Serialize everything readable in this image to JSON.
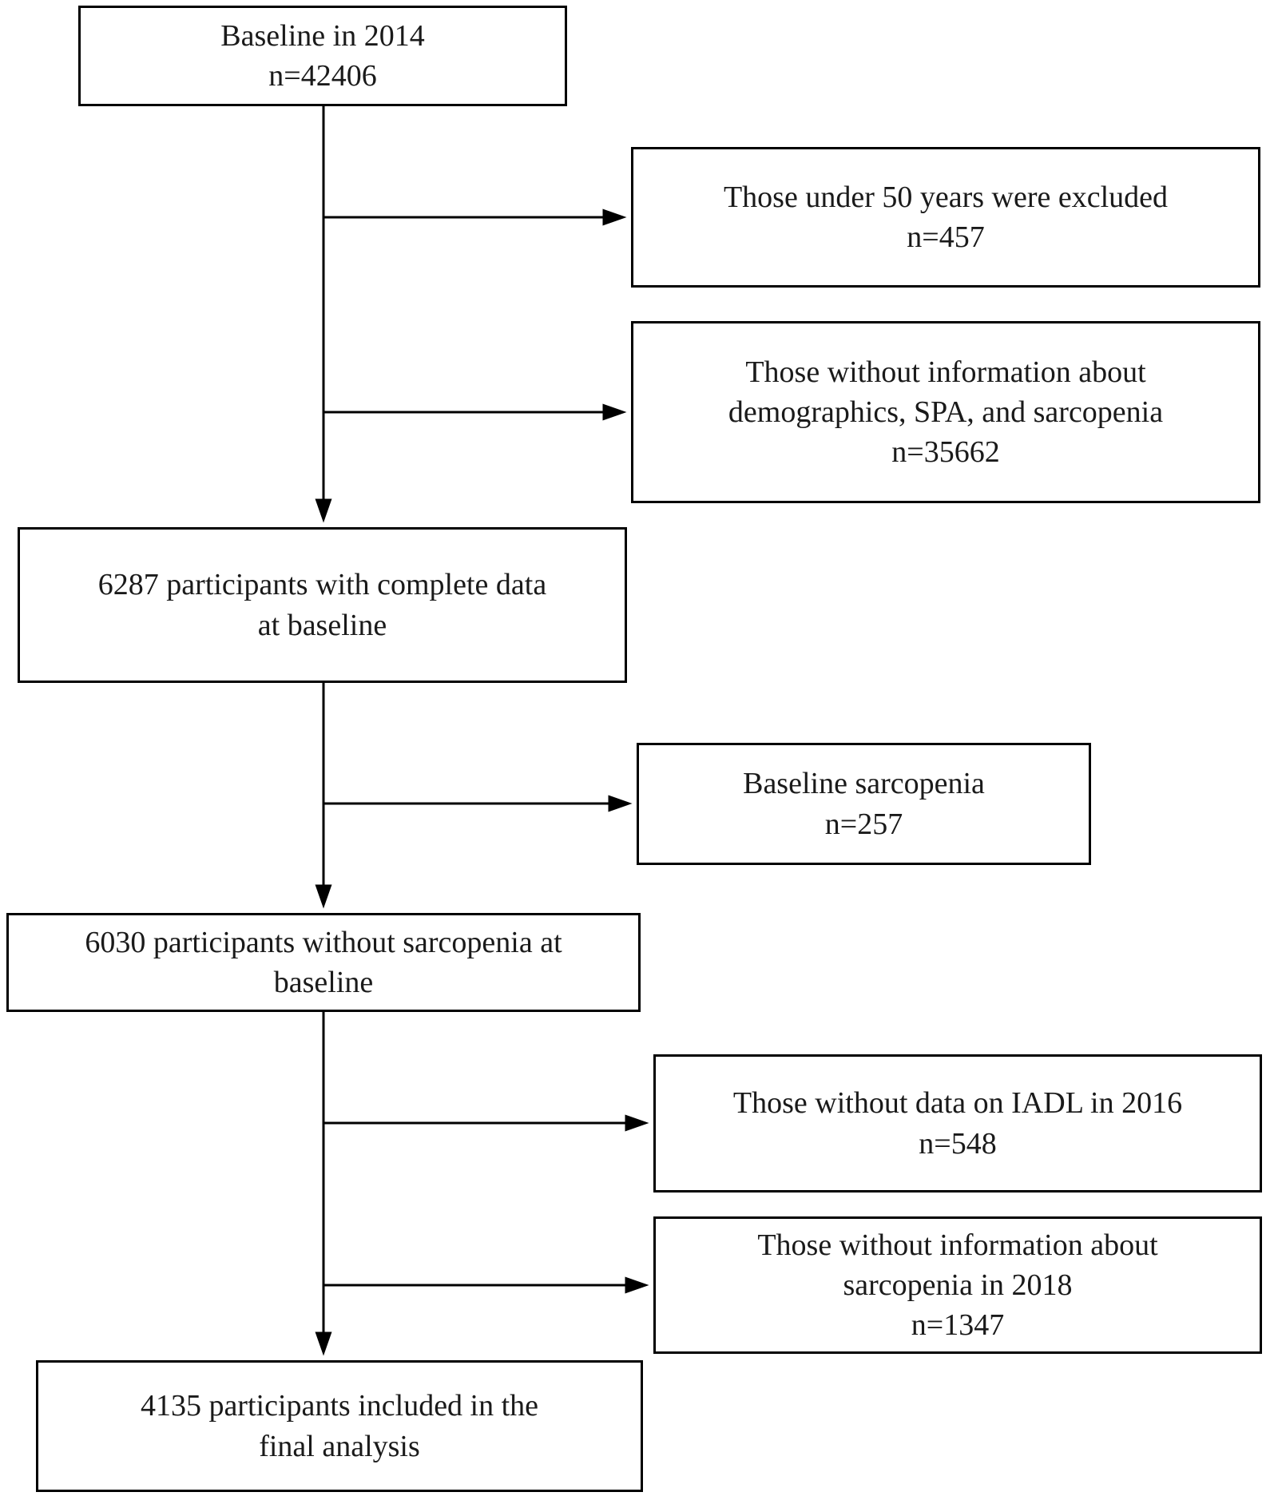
{
  "diagram": {
    "type": "flowchart",
    "background_color": "#ffffff",
    "line_color": "#000000",
    "nodes": {
      "baseline": {
        "text": "Baseline in 2014\nn=42406"
      },
      "excluded_under_50": {
        "text": "Those under 50 years were excluded\nn=457"
      },
      "excluded_missing_info": {
        "text": "Those without information about\ndemographics, SPA, and sarcopenia\nn=35662"
      },
      "complete_data": {
        "text": "6287 participants with complete data\nat baseline"
      },
      "baseline_sarcopenia": {
        "text": "Baseline sarcopenia\nn=257"
      },
      "without_sarcopenia": {
        "text": "6030 participants without sarcopenia at\nbaseline"
      },
      "excluded_no_iadl_2016": {
        "text": "Those without data on IADL in 2016\nn=548"
      },
      "excluded_no_sarcopenia_2018": {
        "text": "Those without information about\nsarcopenia in 2018\nn=1347"
      },
      "final_analysis": {
        "text": "4135 participants included in the\nfinal analysis"
      }
    }
  }
}
